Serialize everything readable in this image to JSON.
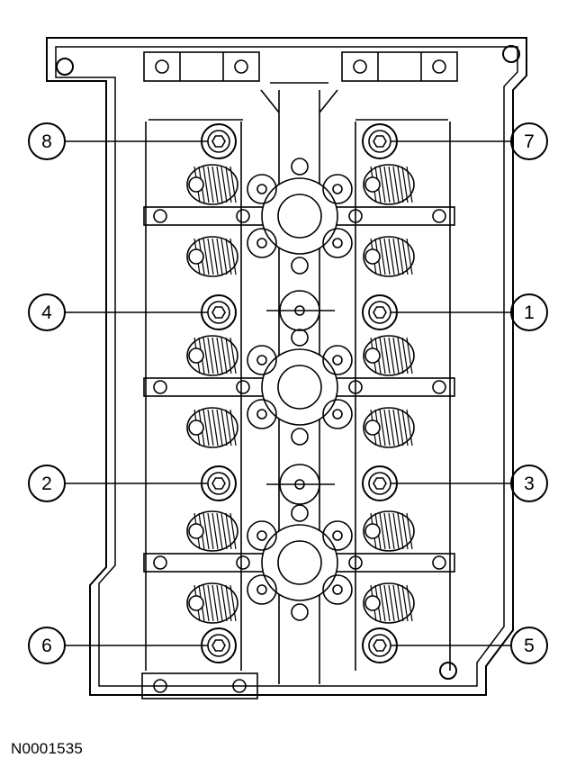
{
  "figure": {
    "reference_code": "N0001535",
    "bolt_callouts": [
      {
        "label": "8",
        "side": "left",
        "row": 1
      },
      {
        "label": "7",
        "side": "right",
        "row": 1
      },
      {
        "label": "4",
        "side": "left",
        "row": 2
      },
      {
        "label": "1",
        "side": "right",
        "row": 2
      },
      {
        "label": "2",
        "side": "left",
        "row": 3
      },
      {
        "label": "3",
        "side": "right",
        "row": 3
      },
      {
        "label": "6",
        "side": "left",
        "row": 4
      },
      {
        "label": "5",
        "side": "right",
        "row": 4
      }
    ]
  },
  "colors": {
    "line": "#000000",
    "background": "#ffffff"
  }
}
